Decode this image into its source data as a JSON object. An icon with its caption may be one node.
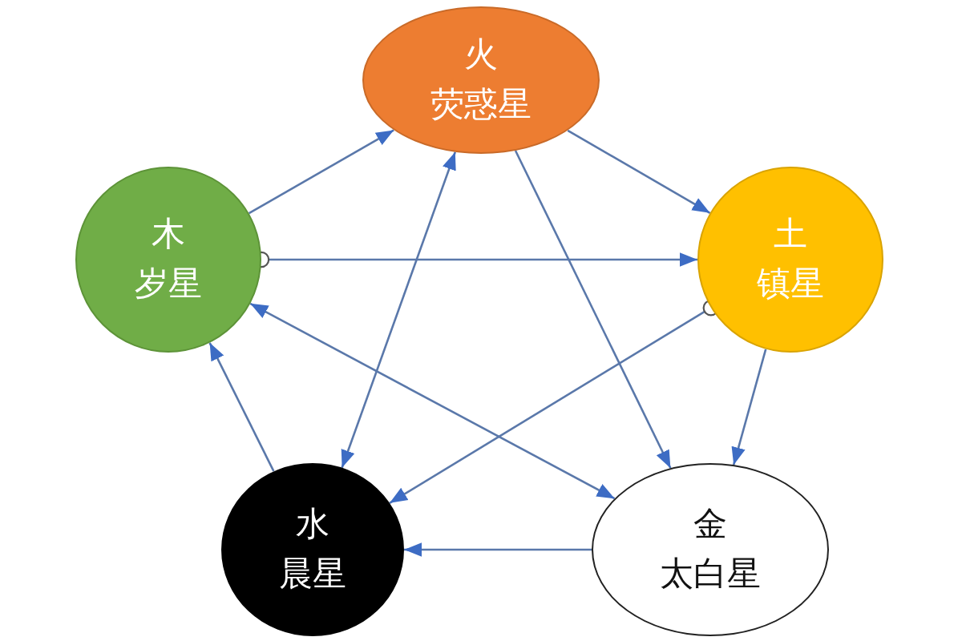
{
  "diagram": {
    "nodes": [
      {
        "text": [
          "火",
          "荧惑星"
        ]
      },
      {
        "text": [
          "土",
          "镇星"
        ]
      },
      {
        "text": [
          "金",
          "太白星"
        ]
      },
      {
        "text": [
          "水",
          "晨星"
        ]
      },
      {
        "text": [
          "木",
          "岁星"
        ]
      }
    ],
    "edges": [
      {
        "from": 4,
        "to": 0,
        "arrow": "to"
      },
      {
        "from": 0,
        "to": 1,
        "arrow": "to"
      },
      {
        "from": 1,
        "to": 2,
        "arrow": "to"
      },
      {
        "from": 2,
        "to": 3,
        "arrow": "to"
      },
      {
        "from": 3,
        "to": 4,
        "arrow": "to"
      },
      {
        "from": 4,
        "to": 1,
        "arrow": "to"
      },
      {
        "from": 1,
        "to": 3,
        "arrow": "to"
      },
      {
        "from": 3,
        "to": 0,
        "arrow": "both"
      },
      {
        "from": 0,
        "to": 2,
        "arrow": "to"
      },
      {
        "from": 2,
        "to": 4,
        "arrow": "both"
      }
    ]
  }
}
